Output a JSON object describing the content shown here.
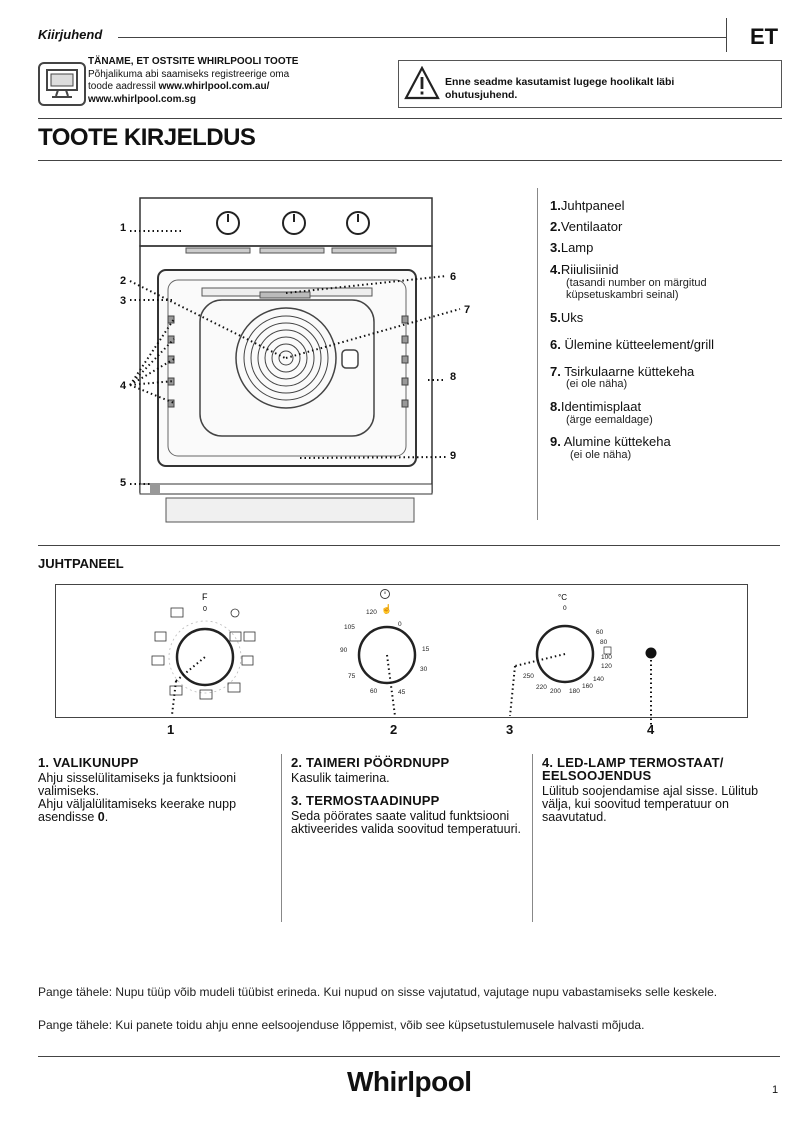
{
  "header": {
    "guide_title": "Kiirjuhend",
    "lang_code": "ET",
    "registration": {
      "title": "TÄNAME, ET OSTSITE WHIRLPOOLI TOOTE",
      "line1": "Põhjalikuma abi saamiseks registreerige oma",
      "line2_prefix": "toode aadressil ",
      "url1": "www.whirlpool.com.au/",
      "url2": "www.whirlpool.com.sg"
    },
    "warning_line1": "Enne seadme kasutamist lugege hoolikalt läbi",
    "warning_line2": "ohutusjuhend."
  },
  "page_title": "TOOTE KIRJELDUS",
  "parts": [
    {
      "num": "1.",
      "label": "Juhtpaneel",
      "note": ""
    },
    {
      "num": "2.",
      "label": "Ventilaator",
      "note": ""
    },
    {
      "num": "3.",
      "label": "Lamp",
      "note": ""
    },
    {
      "num": "4.",
      "label": "Riiulisiinid",
      "note": "(tasandi number on märgitud küpsetuskambri seinal)"
    },
    {
      "num": "5.",
      "label": "Uks",
      "note": ""
    },
    {
      "num": "6.",
      "label": " Ülemine kütteelement/grill",
      "note": ""
    },
    {
      "num": "7.",
      "label": "  Tsirkulaarne küttekeha",
      "note": "(ei ole näha)"
    },
    {
      "num": "8.",
      "label": "Identimisplaat",
      "note": "(ärge eemaldage)"
    },
    {
      "num": "9.",
      "label": "  Alumine küttekeha",
      "note": "(ei ole näha)"
    }
  ],
  "diagram_callouts": [
    "1",
    "2",
    "3",
    "4",
    "5",
    "6",
    "7",
    "8",
    "9"
  ],
  "control_panel": {
    "section_title": "JUHTPANEEL",
    "knob1": {
      "top_label": "F",
      "zero": "0"
    },
    "knob2": {
      "scale": [
        "120",
        "0",
        "15",
        "30",
        "45",
        "60",
        "75",
        "90",
        "105"
      ]
    },
    "knob3": {
      "top_label": "°C",
      "zero": "0",
      "scale": [
        "60",
        "80",
        "100",
        "120",
        "140",
        "160",
        "180",
        "200",
        "220",
        "250"
      ]
    },
    "callouts": [
      "1",
      "2",
      "3",
      "4"
    ]
  },
  "descriptions": {
    "col1": {
      "title": "1. VALIKUNUPP",
      "text1": "Ahju sisselülitamiseks ja funktsiooni valimiseks.",
      "text2": "Ahju väljalülitamiseks keerake nupp asendisse",
      "zero_symbol": "0",
      "period": "."
    },
    "col2": {
      "title": "2. TAIMERI PÖÖRDNUPP",
      "text": "Kasulik taimerina.",
      "title2": "3. TERMOSTAADINUPP",
      "text2": "Seda pöörates saate valitud funktsiooni aktiveerides valida soovitud temperatuuri."
    },
    "col3": {
      "title_line1": "4. LED-LAMP TERMOSTAAT/",
      "title_line2": "EELSOOJENDUS",
      "text": "Lülitub soojendamise ajal sisse. Lülitub välja, kui soovitud temperatuur on saavutatud."
    }
  },
  "footnotes": [
    "Pange tähele: Nupu tüüp võib mudeli tüübist erineda. Kui nupud on sisse vajutatud, vajutage nupu vabastamiseks selle keskele.",
    "Pange tähele: Kui panete toidu ahju enne eelsoojenduse lõppemist, võib see küpsetustulemusele halvasti mõjuda."
  ],
  "footer": {
    "brand": "Whirlpool",
    "page_number": "1"
  },
  "colors": {
    "text": "#111111",
    "rule": "#444444"
  }
}
